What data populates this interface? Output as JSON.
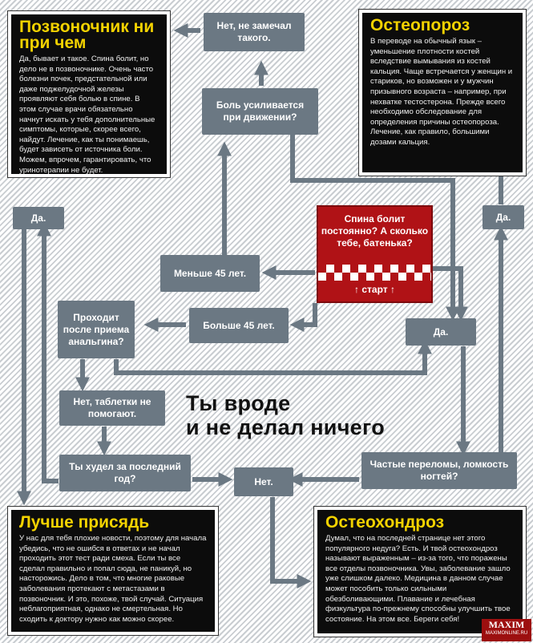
{
  "headline": {
    "line1": "Ты вроде",
    "line2": "и не делал ничего"
  },
  "start_node": {
    "question": "Спина болит постоянно? А сколько тебе, батенька?",
    "start_label": "↑ старт ↑"
  },
  "nodes": {
    "ne_zamechal": "Нет, не замечал такого.",
    "bol_dvizhenie": "Боль усиливается при движении?",
    "menshe45": "Меньше 45 лет.",
    "bolshe45": "Больше 45 лет.",
    "analgin": "Проходит после приема анальгина?",
    "da_left": "Да.",
    "da_right": "Да.",
    "da_mid": "Да.",
    "tabletki": "Нет, таблетки не помогают.",
    "hudel": "Ты худел за последний год?",
    "net": "Нет.",
    "perelomy": "Частые переломы, ломкость ногтей?"
  },
  "boxes": {
    "pozvonochnik": {
      "title": "Позвоночник ни при чем",
      "text": "Да, бывает и такое. Спина болит, но дело не в позвоночнике. Очень часто болезни почек, предстательной или даже поджелудочной железы проявляют себя болью в спине. В этом случае врачи обязательно начнут искать у тебя дополнительные симптомы, которые, скорее всего, найдут. Лечение, как ты понимаешь, будет зависеть от источника боли. Можем, впрочем, гарантировать, что уринотерапии не будет."
    },
    "osteoporoz": {
      "title": "Остеопороз",
      "text": "В переводе на обычный язык – уменьшение плотности костей вследствие вымывания из костей кальция. Чаще встречается у женщин и стариков, но возможен и у мужчин призывного возраста – например, при нехватке тестостерона. Прежде всего необходимо обследование для определения причины остеопороза. Лечение, как правило, большими дозами кальция."
    },
    "prisyad": {
      "title": "Лучше присядь",
      "text": "У нас для тебя плохие новости, поэтому для начала убедись, что не ошибся в ответах и не начал проходить этот тест ради смеха. Если ты все сделал правильно и попал сюда, не паникуй, но насторожись. Дело в том, что многие раковые заболевания протекают с метастазами в позвоночник. И это, похоже, твой случай. Ситуация неблагоприятная, однако не смертельная. Но сходить к доктору нужно как можно скорее."
    },
    "osteohondroz": {
      "title": "Остеохондроз",
      "text": "Думал, что на последней странице нет этого популярного недуга? Есть. И твой остеохондроз называют выраженным – из-за того, что поражены все отделы позвоночника. Увы, заболевание зашло уже слишком далеко. Медицина в данном случае может пособить только сильными обезболивающими. Плавание и лечебная физкультура по-прежнему способны улучшить твое состояние. На этом все. Береги себя!"
    }
  },
  "logo": {
    "brand": "MAXIM",
    "url": "MAXIMONLINE.RU"
  },
  "colors": {
    "node": "#6b7883",
    "arrow": "#6b7883",
    "title": "#f3d200",
    "start": "#b01216",
    "box": "#0c0c0c"
  }
}
